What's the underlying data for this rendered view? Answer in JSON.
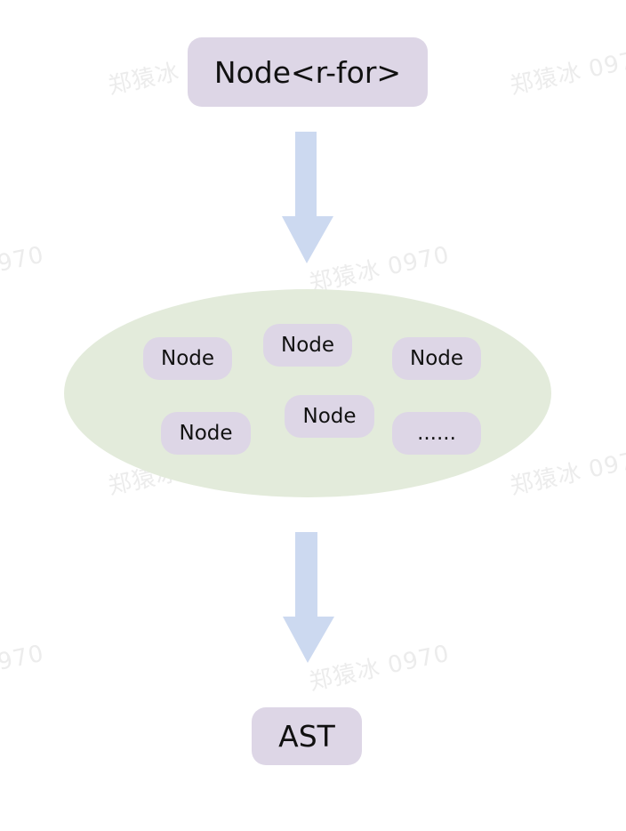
{
  "diagram": {
    "top_node": "Node<r-for>",
    "child_nodes": [
      "Node",
      "Node",
      "Node",
      "Node",
      "Node",
      "......"
    ],
    "bottom_node": "AST",
    "watermark": "郑猿冰 0970"
  },
  "colors": {
    "node_fill": "#ddd6e6",
    "group_fill": "#e3ebdb",
    "arrow_fill": "#ccd9f0",
    "watermark": "#ececec"
  }
}
